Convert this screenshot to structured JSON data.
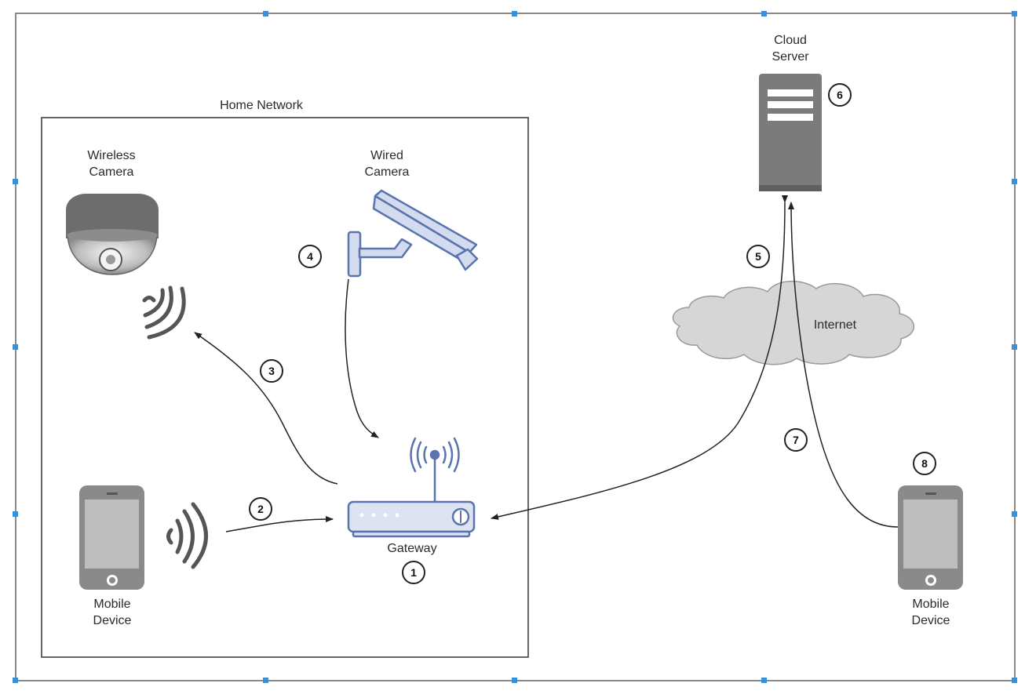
{
  "labels": {
    "home_network": "Home Network",
    "cloud_server": "Cloud\nServer",
    "wireless_camera": "Wireless\nCamera",
    "wired_camera": "Wired\nCamera",
    "internet": "Internet",
    "gateway": "Gateway",
    "mobile_device_left": "Mobile\nDevice",
    "mobile_device_right": "Mobile\nDevice"
  },
  "steps": [
    "1",
    "2",
    "3",
    "4",
    "5",
    "6",
    "7",
    "8"
  ],
  "colors": {
    "line": "#222222",
    "device_gray": "#7a7a7a",
    "accent_blue": "#5b73b0",
    "cloud_fill": "#d6d6d6",
    "canvas_handles": "#3b8fd6"
  },
  "icons": [
    "dome-camera-icon",
    "bullet-camera-icon",
    "server-icon",
    "cloud-icon",
    "router-icon",
    "smartphone-icon",
    "wifi-signal-icon"
  ]
}
